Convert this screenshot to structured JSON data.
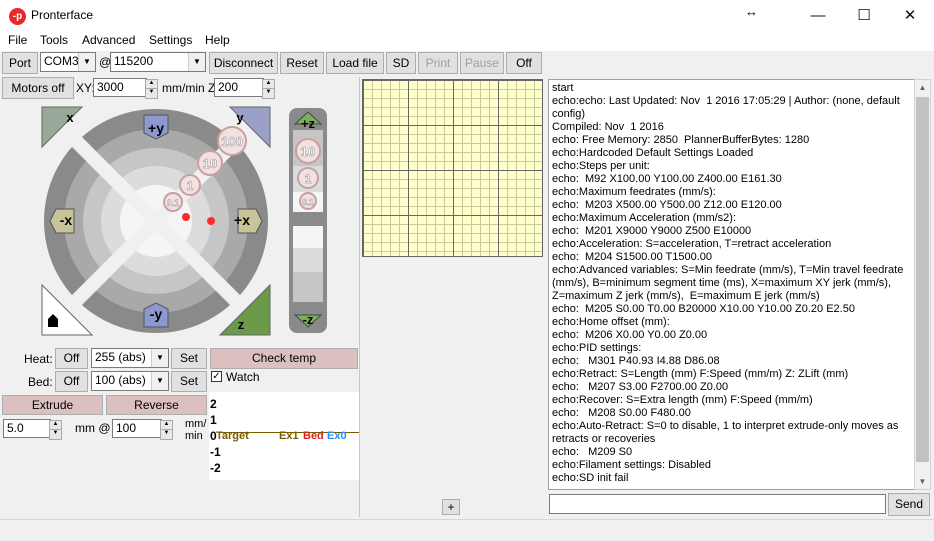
{
  "window": {
    "title": "Pronterface",
    "app_icon_text": "-p",
    "resize_glyph": "↔"
  },
  "menu": [
    "File",
    "Tools",
    "Advanced",
    "Settings",
    "Help"
  ],
  "toolbar": {
    "port_label": "Port",
    "port_value": "COM3",
    "at_sign": "@",
    "baud_value": "115200",
    "disconnect": "Disconnect",
    "reset": "Reset",
    "load_file": "Load file",
    "sd": "SD",
    "print": "Print",
    "pause": "Pause",
    "off": "Off"
  },
  "motion": {
    "motors_off": "Motors off",
    "xy_label": "XY:",
    "xy_value": "3000",
    "mm_min_z": "mm/min Z:",
    "z_value": "200",
    "jog_labels": {
      "plus_y": "+y",
      "minus_y": "-y",
      "plus_x": "+x",
      "minus_x": "-x",
      "home_x": "x",
      "home_y": "y",
      "home_z": "z",
      "plus_z": "+z",
      "minus_z": "-z"
    },
    "steps": [
      "100",
      "10",
      "1",
      "0.1"
    ],
    "z_steps": [
      "10",
      "1",
      "0.1"
    ]
  },
  "temps": {
    "heat_label": "Heat:",
    "heat_off": "Off",
    "heat_value": "255 (abs)",
    "heat_set": "Set",
    "bed_label": "Bed:",
    "bed_off": "Off",
    "bed_value": "100 (abs)",
    "bed_set": "Set",
    "check_temp": "Check temp",
    "watch": "Watch"
  },
  "extrude": {
    "extrude": "Extrude",
    "reverse": "Reverse",
    "length": "5.0",
    "mm_at": "mm @",
    "speed": "100",
    "mm_per": "mm/",
    "min": "min"
  },
  "graph": {
    "ticks": [
      "2",
      "1",
      "0",
      "-1",
      "-2"
    ],
    "target": "Target",
    "ex1": "Ex1",
    "bed": "Bed",
    "ex0": "Ex0",
    "colors": {
      "target": "#7a5c00",
      "ex1": "#7a5c00",
      "bed": "#e02020",
      "ex0": "#1e90ff"
    }
  },
  "plus_button": "+",
  "console": [
    "start",
    "echo:echo: Last Updated: Nov  1 2016 17:05:29 | Author: (none, default config)",
    "Compiled: Nov  1 2016",
    "echo: Free Memory: 2850  PlannerBufferBytes: 1280",
    "echo:Hardcoded Default Settings Loaded",
    "echo:Steps per unit:",
    "echo:  M92 X100.00 Y100.00 Z400.00 E161.30",
    "echo:Maximum feedrates (mm/s):",
    "echo:  M203 X500.00 Y500.00 Z12.00 E120.00",
    "echo:Maximum Acceleration (mm/s2):",
    "echo:  M201 X9000 Y9000 Z500 E10000",
    "echo:Acceleration: S=acceleration, T=retract acceleration",
    "echo:  M204 S1500.00 T1500.00",
    "echo:Advanced variables: S=Min feedrate (mm/s), T=Min travel feedrate (mm/s), B=minimum segment time (ms), X=maximum XY jerk (mm/s),  Z=maximum Z jerk (mm/s),  E=maximum E jerk (mm/s)",
    "echo:  M205 S0.00 T0.00 B20000 X10.00 Y10.00 Z0.20 E2.50",
    "echo:Home offset (mm):",
    "echo:  M206 X0.00 Y0.00 Z0.00",
    "echo:PID settings:",
    "echo:   M301 P40.93 I4.88 D86.08",
    "echo:Retract: S=Length (mm) F:Speed (mm/m) Z: ZLift (mm)",
    "echo:   M207 S3.00 F2700.00 Z0.00",
    "echo:Recover: S=Extra length (mm) F:Speed (mm/m)",
    "echo:   M208 S0.00 F480.00",
    "echo:Auto-Retract: S=0 to disable, 1 to interpret extrude-only moves as retracts or recoveries",
    "echo:   M209 S0",
    "echo:Filament settings: Disabled",
    "echo:SD init fail"
  ],
  "send": "Send"
}
